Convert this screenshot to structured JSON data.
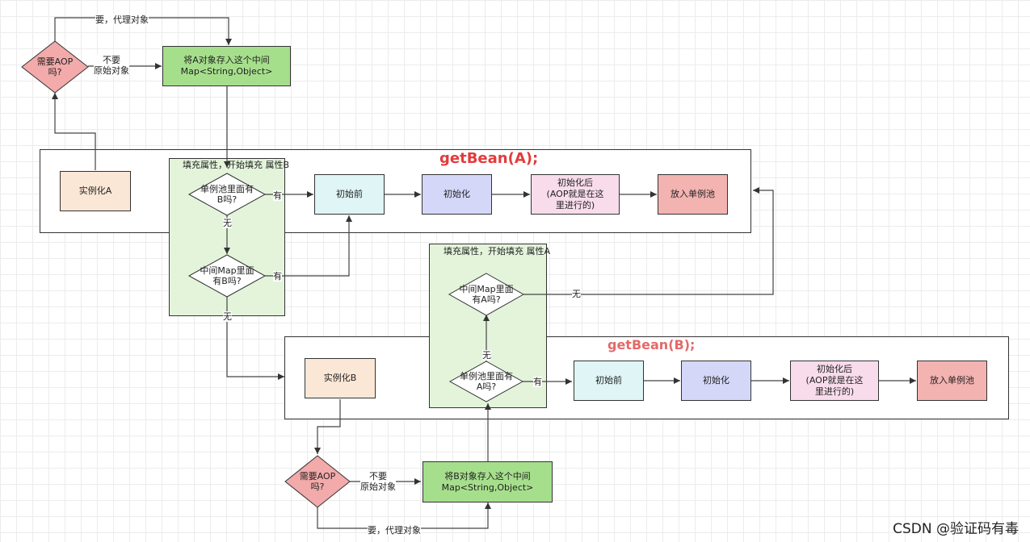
{
  "colors": {
    "red_title": "#e33b3b",
    "pink_diamond": "#f2aaaa",
    "green_box": "#a6df8c",
    "zone_fill": "#e3f4db",
    "peach": "#fbe7d6",
    "cyan": "#dff5f6",
    "lavender": "#d4d7f8",
    "light_pink": "#f8dcec",
    "salmon": "#f3b3b1"
  },
  "beanA": {
    "title": "getBean(A);",
    "instantiate": "实例化A",
    "fill_title": "填充属性，开始填充 属性B",
    "check_pool": "单例池里面有\nB吗?",
    "check_map": "中间Map里面\n有B吗?",
    "before_init": "初始前",
    "init": "初始化",
    "after_init": "初始化后\n(AOP就是在这\n里进行的)",
    "put_pool": "放入单例池",
    "need_aop": "需要AOP\n吗?",
    "no_need": "不要\n原始对象",
    "need_proxy": "要，代理对象",
    "store_map": "将A对象存入这个中间\nMap<String,Object>",
    "yes1": "有",
    "no1": "无",
    "yes2": "有",
    "no2": "无"
  },
  "beanB": {
    "title": "getBean(B);",
    "instantiate": "实例化B",
    "fill_title": "填充属性，开始填充 属性A",
    "check_pool": "单例池里面有\nA吗?",
    "check_map": "中间Map里面\n有A吗?",
    "before_init": "初始前",
    "init": "初始化",
    "after_init": "初始化后\n(AOP就是在这\n里进行的)",
    "put_pool": "放入单例池",
    "need_aop": "需要AOP\n吗?",
    "no_need": "不要\n原始对象",
    "need_proxy": "要，代理对象",
    "store_map": "将B对象存入这个中间\nMap<String,Object>",
    "yes1": "有",
    "no1": "无",
    "no2": "无"
  },
  "watermark": "CSDN @验证码有毒"
}
